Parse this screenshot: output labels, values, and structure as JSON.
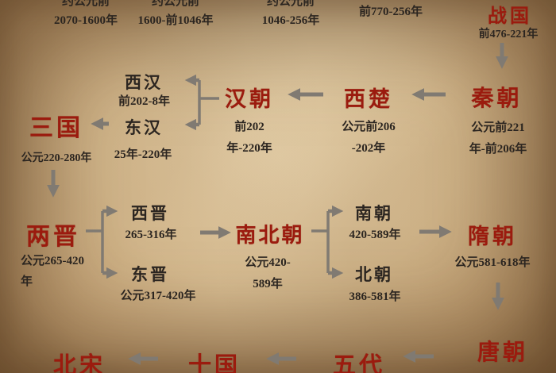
{
  "palette": {
    "red": "#9b1b0e",
    "ink": "#2b2520",
    "arrow": "#807a72",
    "parchment": "#d3b488"
  },
  "nodes": {
    "xia": {
      "dates": [
        "约公元前",
        "2070-1600年"
      ]
    },
    "shang": {
      "dates": [
        "约公元前",
        "1600-前1046年"
      ]
    },
    "zhou": {
      "dates": [
        "约公元前",
        "1046-256年"
      ]
    },
    "dongzhou": {
      "dates": [
        "前770-256年"
      ]
    },
    "zhanguo": {
      "label": "战国",
      "dates": [
        "前476-221年"
      ]
    },
    "qin": {
      "label": "秦朝",
      "dates": [
        "公元前221",
        "年-前206年"
      ]
    },
    "xichu": {
      "label": "西楚",
      "dates": [
        "公元前206",
        "-202年"
      ]
    },
    "han": {
      "label": "汉朝",
      "dates": [
        "前202",
        "年-220年"
      ]
    },
    "xihan": {
      "label": "西汉",
      "dates": [
        "前202-8年"
      ]
    },
    "donghan": {
      "label": "东汉",
      "dates": [
        "25年-220年"
      ]
    },
    "sanguo": {
      "label": "三国",
      "dates": [
        "公元220-280年"
      ]
    },
    "liangjin": {
      "label": "两晋",
      "dates": [
        "公元265-420",
        "年"
      ]
    },
    "xijin": {
      "label": "西晋",
      "dates": [
        "265-316年"
      ]
    },
    "dongjin": {
      "label": "东晋",
      "dates": [
        "公元317-420年"
      ]
    },
    "nanbeichao": {
      "label": "南北朝",
      "dates": [
        "公元420-",
        "589年"
      ]
    },
    "nanchao": {
      "label": "南朝",
      "dates": [
        "420-589年"
      ]
    },
    "beichao": {
      "label": "北朝",
      "dates": [
        "386-581年"
      ]
    },
    "sui": {
      "label": "隋朝",
      "dates": [
        "公元581-618年"
      ]
    },
    "tang": {
      "label": "唐朝"
    },
    "wudai": {
      "label": "五代"
    },
    "shiguo": {
      "label": "十国"
    },
    "beisong": {
      "label": "北宋"
    }
  }
}
